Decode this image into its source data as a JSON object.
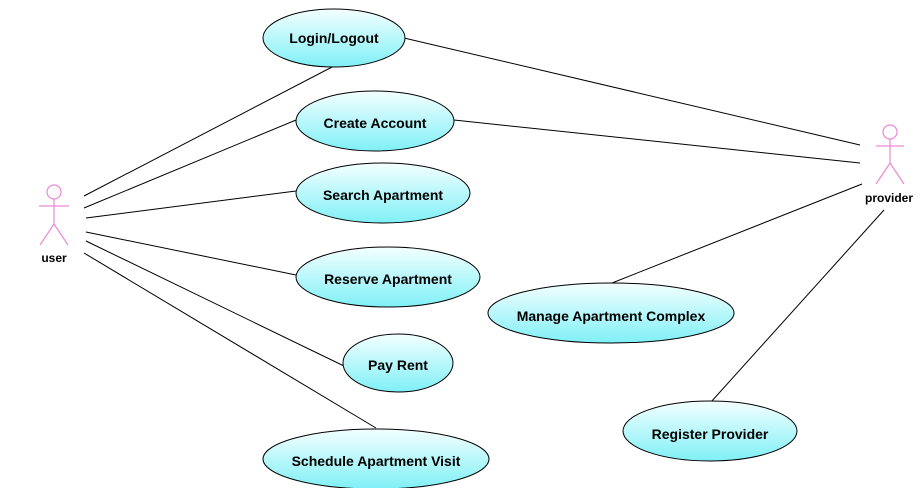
{
  "diagram": {
    "type": "use-case",
    "colors": {
      "usecase_fill_top": "#f4ffff",
      "usecase_fill_bottom": "#7ff0f6",
      "actor_stroke": "#e98ad6",
      "line": "#000000"
    },
    "actors": [
      {
        "id": "user",
        "label": "user",
        "icon": "stick-figure-icon"
      },
      {
        "id": "provider",
        "label": "provider",
        "icon": "stick-figure-icon"
      }
    ],
    "use_cases": [
      {
        "id": "login",
        "label": "Login/Logout"
      },
      {
        "id": "create",
        "label": "Create Account"
      },
      {
        "id": "search",
        "label": "Search Apartment"
      },
      {
        "id": "reserve",
        "label": "Reserve Apartment"
      },
      {
        "id": "pay",
        "label": "Pay Rent"
      },
      {
        "id": "schedule",
        "label": "Schedule Apartment Visit"
      },
      {
        "id": "manage",
        "label": "Manage Apartment Complex"
      },
      {
        "id": "register",
        "label": "Register Provider"
      }
    ],
    "associations": [
      [
        "user",
        "login"
      ],
      [
        "user",
        "create"
      ],
      [
        "user",
        "search"
      ],
      [
        "user",
        "reserve"
      ],
      [
        "user",
        "pay"
      ],
      [
        "user",
        "schedule"
      ],
      [
        "provider",
        "login"
      ],
      [
        "provider",
        "create"
      ],
      [
        "provider",
        "manage"
      ],
      [
        "provider",
        "register"
      ]
    ]
  }
}
